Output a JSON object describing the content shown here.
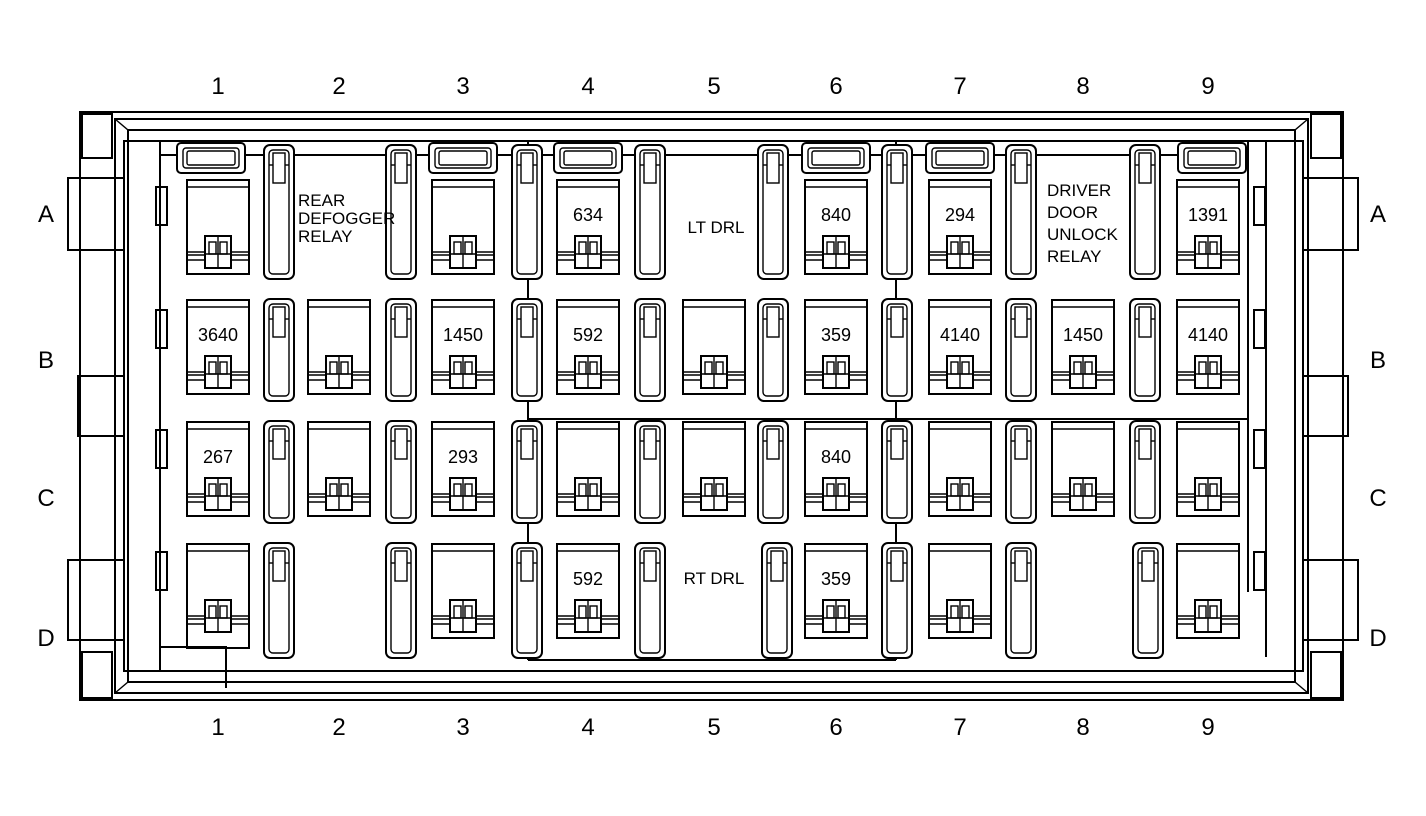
{
  "columns": [
    "1",
    "2",
    "3",
    "4",
    "5",
    "6",
    "7",
    "8",
    "9"
  ],
  "rows": [
    "A",
    "B",
    "C",
    "D"
  ],
  "cell_labels": [
    {
      "row": "A",
      "col": "4",
      "text": "634"
    },
    {
      "row": "A",
      "col": "6",
      "text": "840"
    },
    {
      "row": "A",
      "col": "7",
      "text": "294"
    },
    {
      "row": "A",
      "col": "9",
      "text": "1391"
    },
    {
      "row": "B",
      "col": "1",
      "text": "3640"
    },
    {
      "row": "B",
      "col": "3",
      "text": "1450"
    },
    {
      "row": "B",
      "col": "4",
      "text": "592"
    },
    {
      "row": "B",
      "col": "6",
      "text": "359"
    },
    {
      "row": "B",
      "col": "7",
      "text": "4140"
    },
    {
      "row": "B",
      "col": "8",
      "text": "1450"
    },
    {
      "row": "B",
      "col": "9",
      "text": "4140"
    },
    {
      "row": "C",
      "col": "1",
      "text": "267"
    },
    {
      "row": "C",
      "col": "3",
      "text": "293"
    },
    {
      "row": "C",
      "col": "6",
      "text": "840"
    },
    {
      "row": "D",
      "col": "4",
      "text": "592"
    },
    {
      "row": "D",
      "col": "6",
      "text": "359"
    }
  ],
  "relay_labels": {
    "rear_defogger": [
      "REAR",
      "DEFOGGER",
      "RELAY"
    ],
    "lt_drl": "LT DRL",
    "rt_drl": "RT DRL",
    "driver_door_unlock": [
      "DRIVER",
      "DOOR",
      "UNLOCK",
      "RELAY"
    ]
  }
}
